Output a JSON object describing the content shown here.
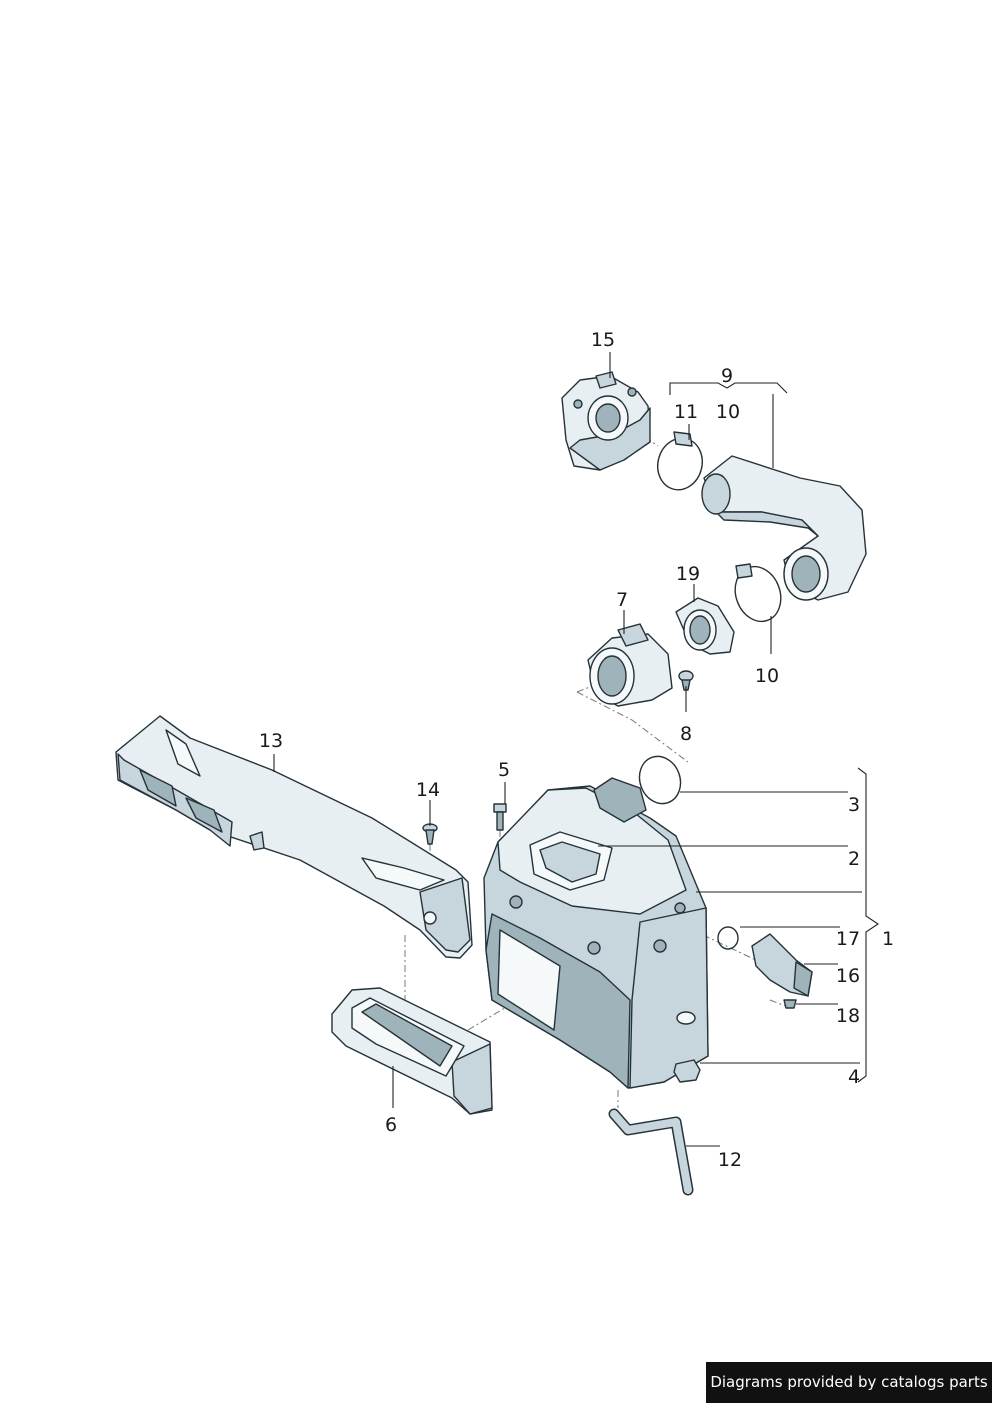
{
  "labels": {
    "p1": "1",
    "p2": "2",
    "p3": "3",
    "p4": "4",
    "p5": "5",
    "p6": "6",
    "p7": "7",
    "p8": "8",
    "p9": "9",
    "p10a": "10",
    "p10b": "10",
    "p11": "11",
    "p12": "12",
    "p13": "13",
    "p14": "14",
    "p15": "15",
    "p16": "16",
    "p17": "17",
    "p18": "18",
    "p19": "19"
  },
  "footer": {
    "credit": "Diagrams provided by catalogs parts"
  },
  "colors": {
    "part_light": "#e7eff2",
    "part_mid": "#c6d6dc",
    "part_dark": "#9fb3ba",
    "outline": "#26323a",
    "footer_bg": "#111111"
  }
}
